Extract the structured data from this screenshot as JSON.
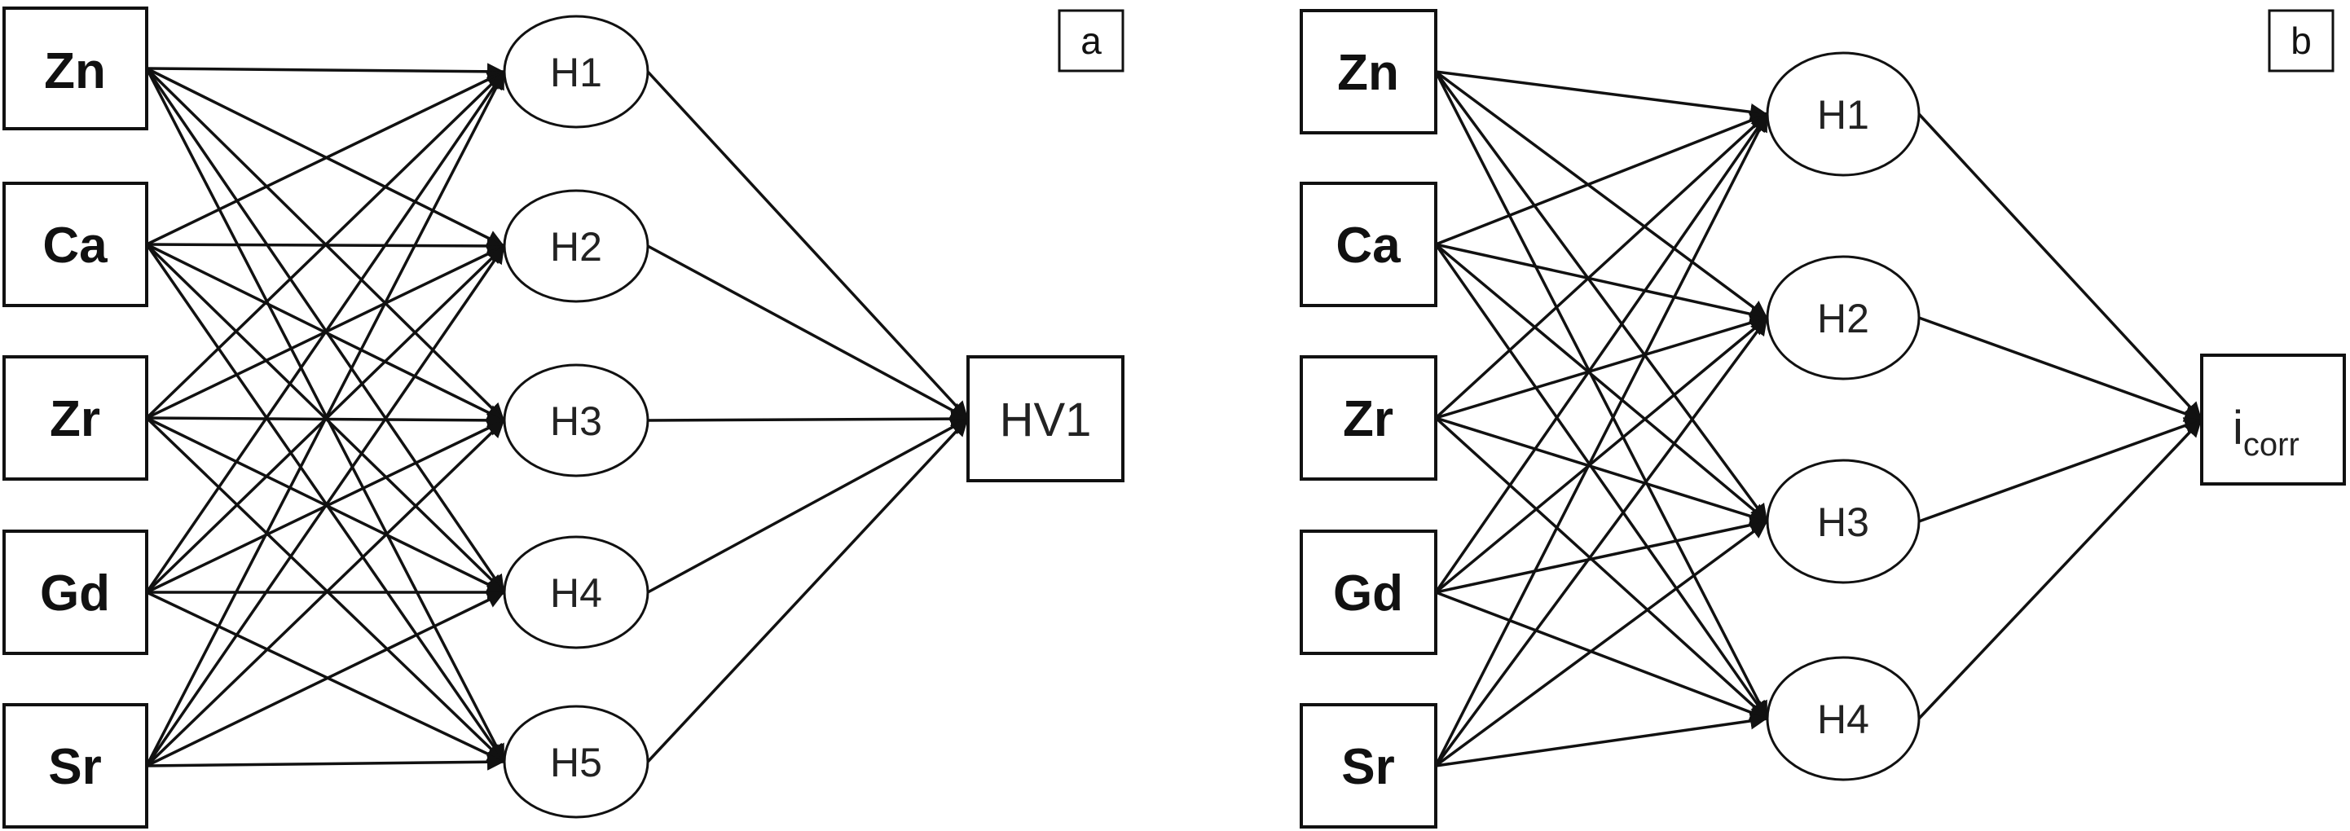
{
  "panels": [
    {
      "tag": "a",
      "inputs": [
        "Zn",
        "Ca",
        "Zr",
        "Gd",
        "Sr"
      ],
      "hidden": [
        "H1",
        "H2",
        "H3",
        "H4",
        "H5"
      ],
      "output": {
        "text": "HV1",
        "sub": ""
      }
    },
    {
      "tag": "b",
      "inputs": [
        "Zn",
        "Ca",
        "Zr",
        "Gd",
        "Sr"
      ],
      "hidden": [
        "H1",
        "H2",
        "H3",
        "H4"
      ],
      "output": {
        "text": "i",
        "sub": "corr"
      }
    }
  ]
}
